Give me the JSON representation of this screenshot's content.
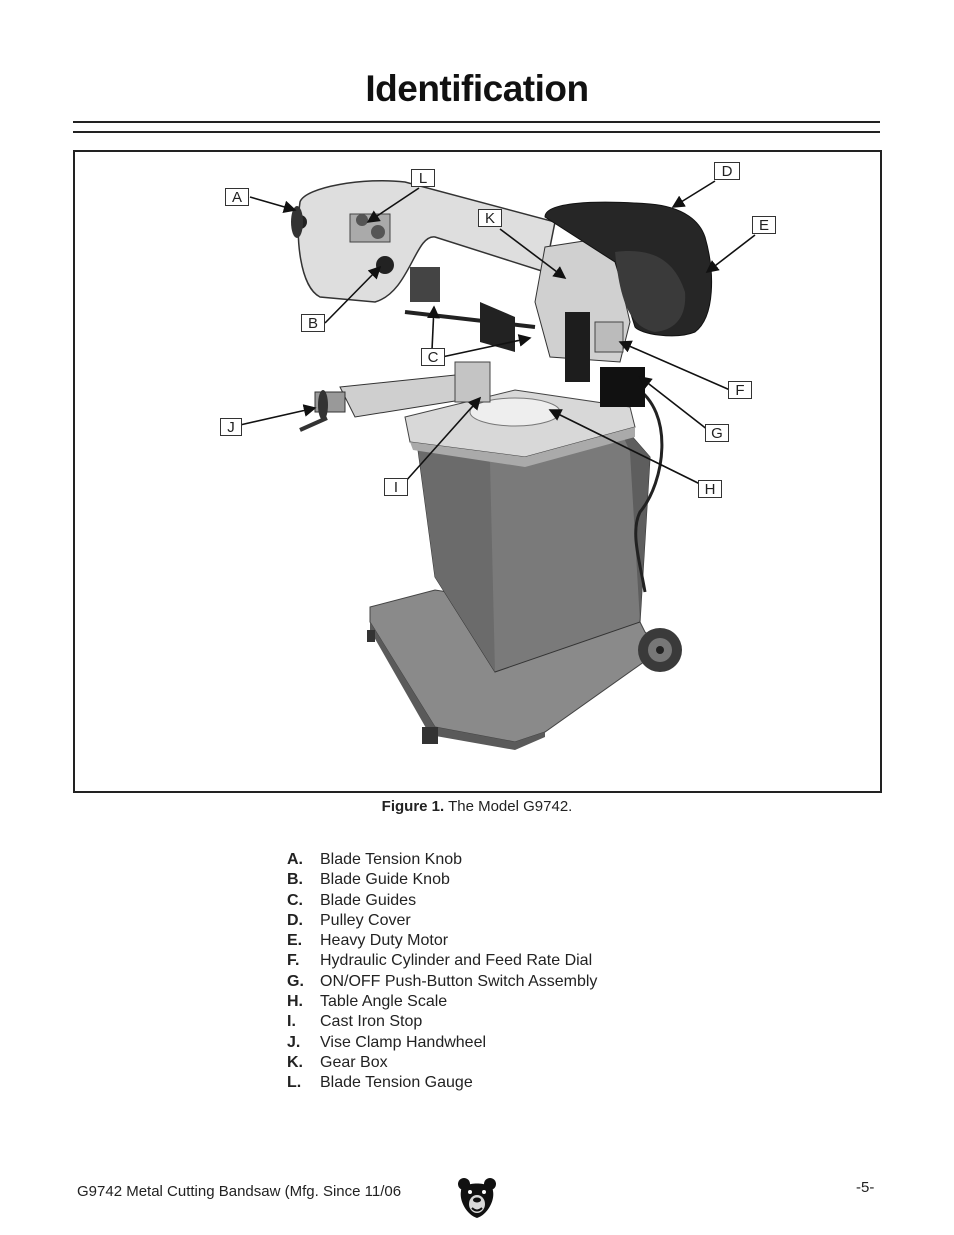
{
  "page": {
    "title": "Identification",
    "figure_caption_bold": "Figure 1.",
    "figure_caption_text": " The Model G9742.",
    "footer_left": "G9742 Metal Cutting Bandsaw (Mfg. Since 11/06",
    "footer_right": "-5-"
  },
  "callouts": [
    "A",
    "B",
    "C",
    "D",
    "E",
    "F",
    "G",
    "H",
    "I",
    "J",
    "K",
    "L"
  ],
  "parts": [
    {
      "key": "A.",
      "label": "Blade Tension Knob"
    },
    {
      "key": "B.",
      "label": "Blade Guide Knob"
    },
    {
      "key": "C.",
      "label": "Blade Guides"
    },
    {
      "key": "D.",
      "label": "Pulley Cover"
    },
    {
      "key": "E.",
      "label": "Heavy Duty Motor"
    },
    {
      "key": "F.",
      "label": "Hydraulic Cylinder and Feed Rate Dial"
    },
    {
      "key": "G.",
      "label": "ON/OFF Push-Button Switch Assembly"
    },
    {
      "key": "H.",
      "label": "Table Angle Scale"
    },
    {
      "key": "I.",
      "label": "Cast Iron Stop"
    },
    {
      "key": "J.",
      "label": "Vise Clamp Handwheel"
    },
    {
      "key": "K.",
      "label": "Gear Box"
    },
    {
      "key": "L.",
      "label": "Blade Tension Gauge"
    }
  ]
}
